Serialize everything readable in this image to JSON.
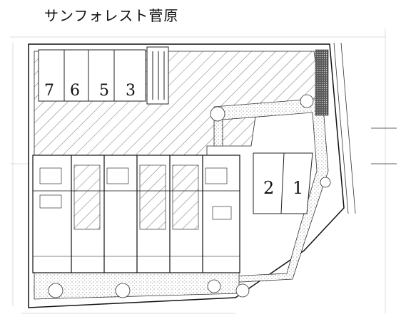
{
  "title": "サンフォレスト菅原",
  "parking_numbers": [
    "7",
    "6",
    "5",
    "3",
    "2",
    "1"
  ],
  "colors": {
    "ink": "#1a1a1a",
    "paper": "#ffffff",
    "stipple": "#9a9a9a"
  }
}
